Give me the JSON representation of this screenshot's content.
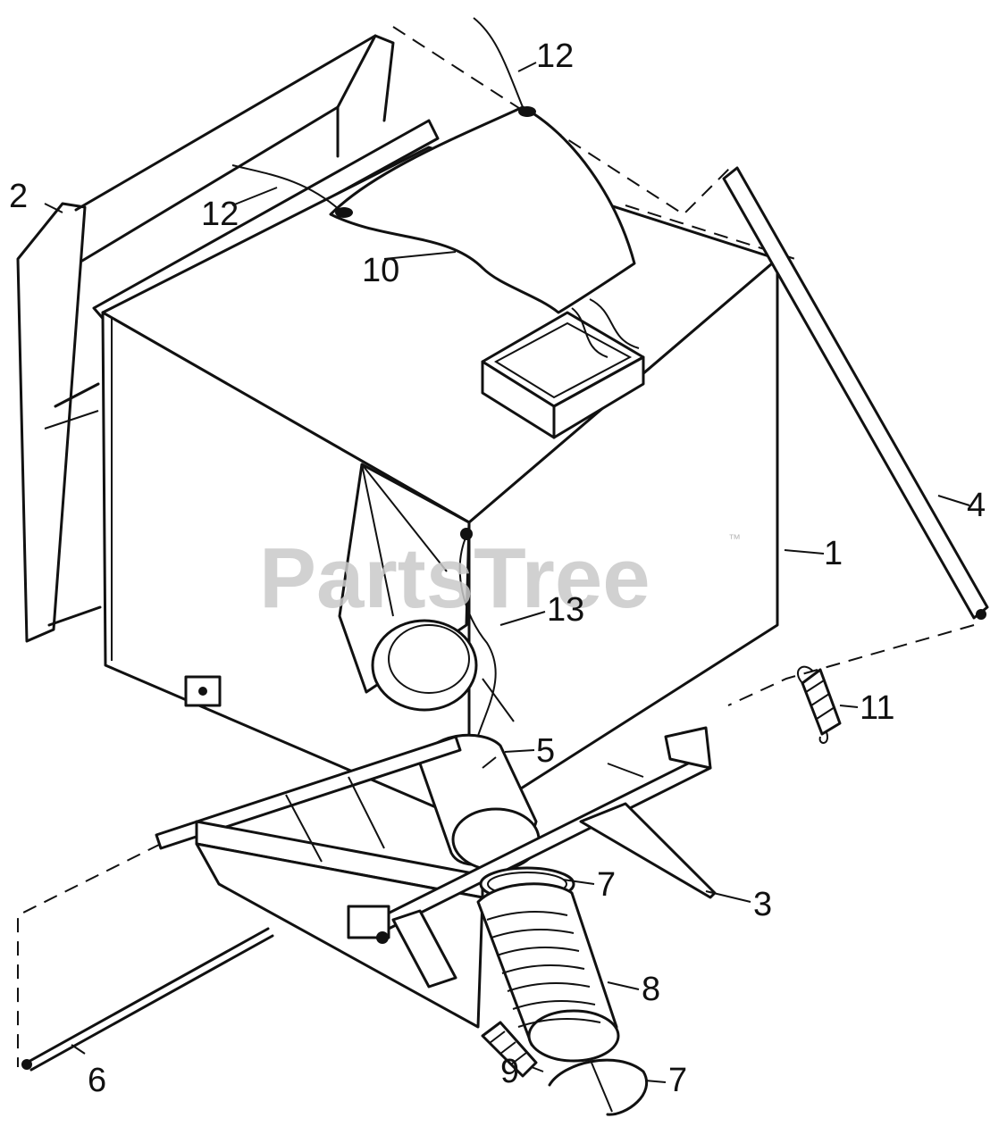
{
  "watermark": {
    "text": "PartsTree",
    "trademark": "™"
  },
  "callouts": {
    "c1": "1",
    "c2": "2",
    "c3": "3",
    "c4": "4",
    "c5": "5",
    "c6": "6",
    "c7a": "7",
    "c7b": "7",
    "c8": "8",
    "c9": "9",
    "c10": "10",
    "c11": "11",
    "c12a": "12",
    "c12b": "12",
    "c13": "13"
  }
}
